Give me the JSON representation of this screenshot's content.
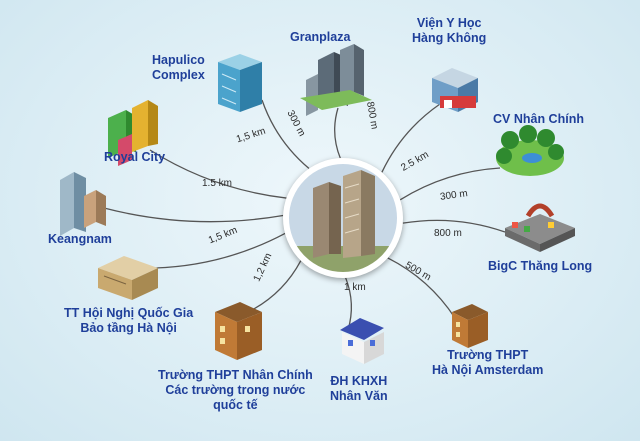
{
  "places": [
    {
      "id": "granplaza",
      "label": "Granplaza",
      "distance": "800 m"
    },
    {
      "id": "vien-y-hoc",
      "label": "Viện Y Học\nHàng Không",
      "distance": "2.5 km"
    },
    {
      "id": "cv-nhan-chinh",
      "label": "CV Nhân Chính",
      "distance": "300 m"
    },
    {
      "id": "bigc",
      "label": "BigC Thăng Long",
      "distance": "800 m"
    },
    {
      "id": "thpt-amsterdam",
      "label": "Trường THPT\nHà Nội Amsterdam",
      "distance": "500 m"
    },
    {
      "id": "dh-khxh",
      "label": "ĐH KHXH\nNhân Văn",
      "distance": "1 km"
    },
    {
      "id": "thpt-nhan-chinh",
      "label": "Trường THPT Nhân Chính\nCác trường trong nước\nquốc tế",
      "distance": "1,2 km"
    },
    {
      "id": "tt-hoi-nghi",
      "label": "TT Hội Nghị Quốc Gia\nBảo tầng Hà Nội",
      "distance": "1,5 km"
    },
    {
      "id": "keangnam",
      "label": "Keangnam",
      "distance": "1.5 km"
    },
    {
      "id": "royal-city",
      "label": "Royal City",
      "distance": "1,5 km"
    },
    {
      "id": "hapulico",
      "label": "Hapulico\nComplex",
      "distance": "300 m"
    }
  ],
  "colors": {
    "label_text": "#1f3f9a",
    "connector": "#555555",
    "background": "#ddeef5"
  }
}
